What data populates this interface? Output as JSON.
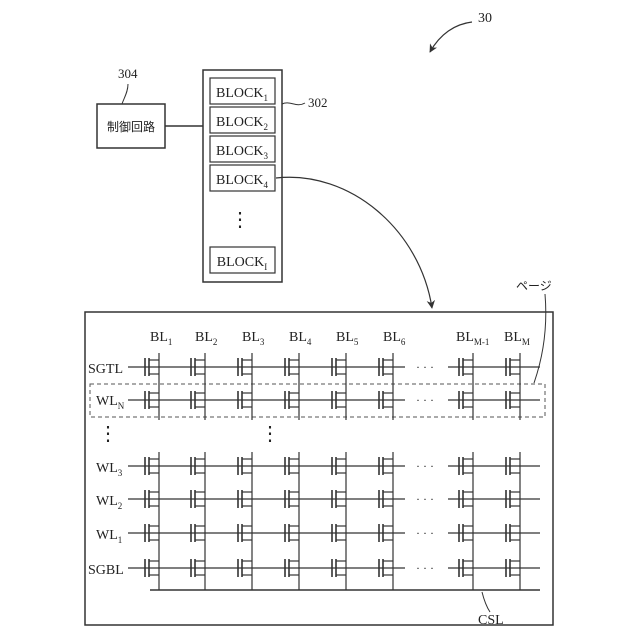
{
  "figure_ref": "30",
  "controller": {
    "ref": "304",
    "label": "制御回路"
  },
  "block_stack": {
    "ref": "302",
    "blocks": [
      {
        "name": "BLOCK",
        "sub": "1"
      },
      {
        "name": "BLOCK",
        "sub": "2"
      },
      {
        "name": "BLOCK",
        "sub": "3"
      },
      {
        "name": "BLOCK",
        "sub": "4"
      },
      {
        "name": "BLOCK",
        "sub": "I"
      }
    ],
    "ellipsis": "⋮"
  },
  "array": {
    "page_label": "ページ",
    "bit_lines": [
      {
        "name": "BL",
        "sub": "1"
      },
      {
        "name": "BL",
        "sub": "2"
      },
      {
        "name": "BL",
        "sub": "3"
      },
      {
        "name": "BL",
        "sub": "4"
      },
      {
        "name": "BL",
        "sub": "5"
      },
      {
        "name": "BL",
        "sub": "6"
      },
      {
        "name": "BL",
        "sub": "M-1"
      },
      {
        "name": "BL",
        "sub": "M"
      }
    ],
    "rows": [
      {
        "name": "SGTL",
        "sub": ""
      },
      {
        "name": "WL",
        "sub": "N"
      },
      {
        "name": "WL",
        "sub": "3"
      },
      {
        "name": "WL",
        "sub": "2"
      },
      {
        "name": "WL",
        "sub": "1"
      },
      {
        "name": "SGBL",
        "sub": ""
      }
    ],
    "col_ellipsis": "· · ·",
    "row_ellipsis": "⋮",
    "source_line": "CSL"
  }
}
